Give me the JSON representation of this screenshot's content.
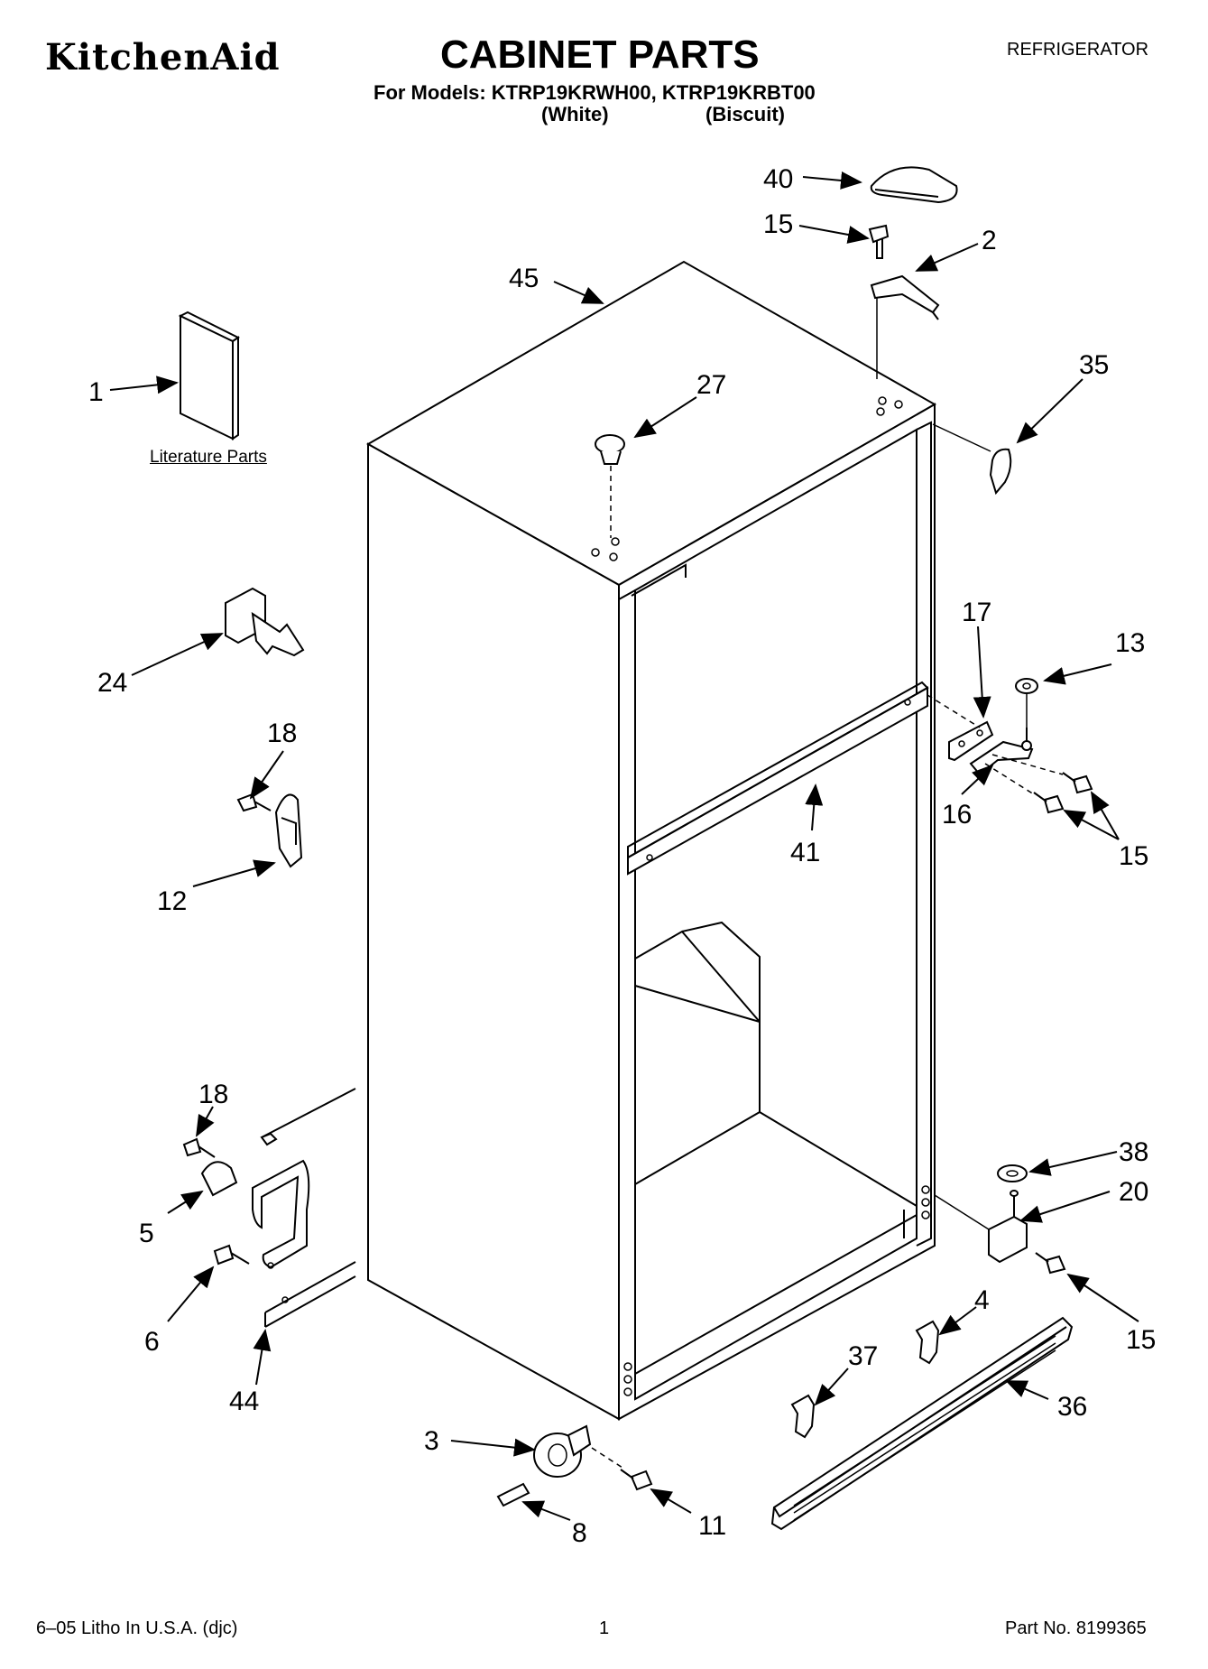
{
  "header": {
    "brand": "KitchenAid",
    "title": "CABINET PARTS",
    "category": "REFRIGERATOR",
    "models_line": "For Models: KTRP19KRWH00, KTRP19KRBT00",
    "color_white": "(White)",
    "color_biscuit": "(Biscuit)"
  },
  "literature_label": "Literature Parts",
  "callouts": {
    "c40": "40",
    "c15a": "15",
    "c2": "2",
    "c45": "45",
    "c35": "35",
    "c1": "1",
    "c27": "27",
    "c24": "24",
    "c17": "17",
    "c13": "13",
    "c18a": "18",
    "c16": "16",
    "c15b": "15",
    "c41": "41",
    "c12": "12",
    "c18b": "18",
    "c38": "38",
    "c20": "20",
    "c5": "5",
    "c6": "6",
    "c15c": "15",
    "c4": "4",
    "c37": "37",
    "c36": "36",
    "c44": "44",
    "c3": "3",
    "c8": "8",
    "c11": "11"
  },
  "footer": {
    "left": "6–05 Litho In U.S.A. (djc)",
    "page": "1",
    "part_no": "Part No. 8199365"
  }
}
